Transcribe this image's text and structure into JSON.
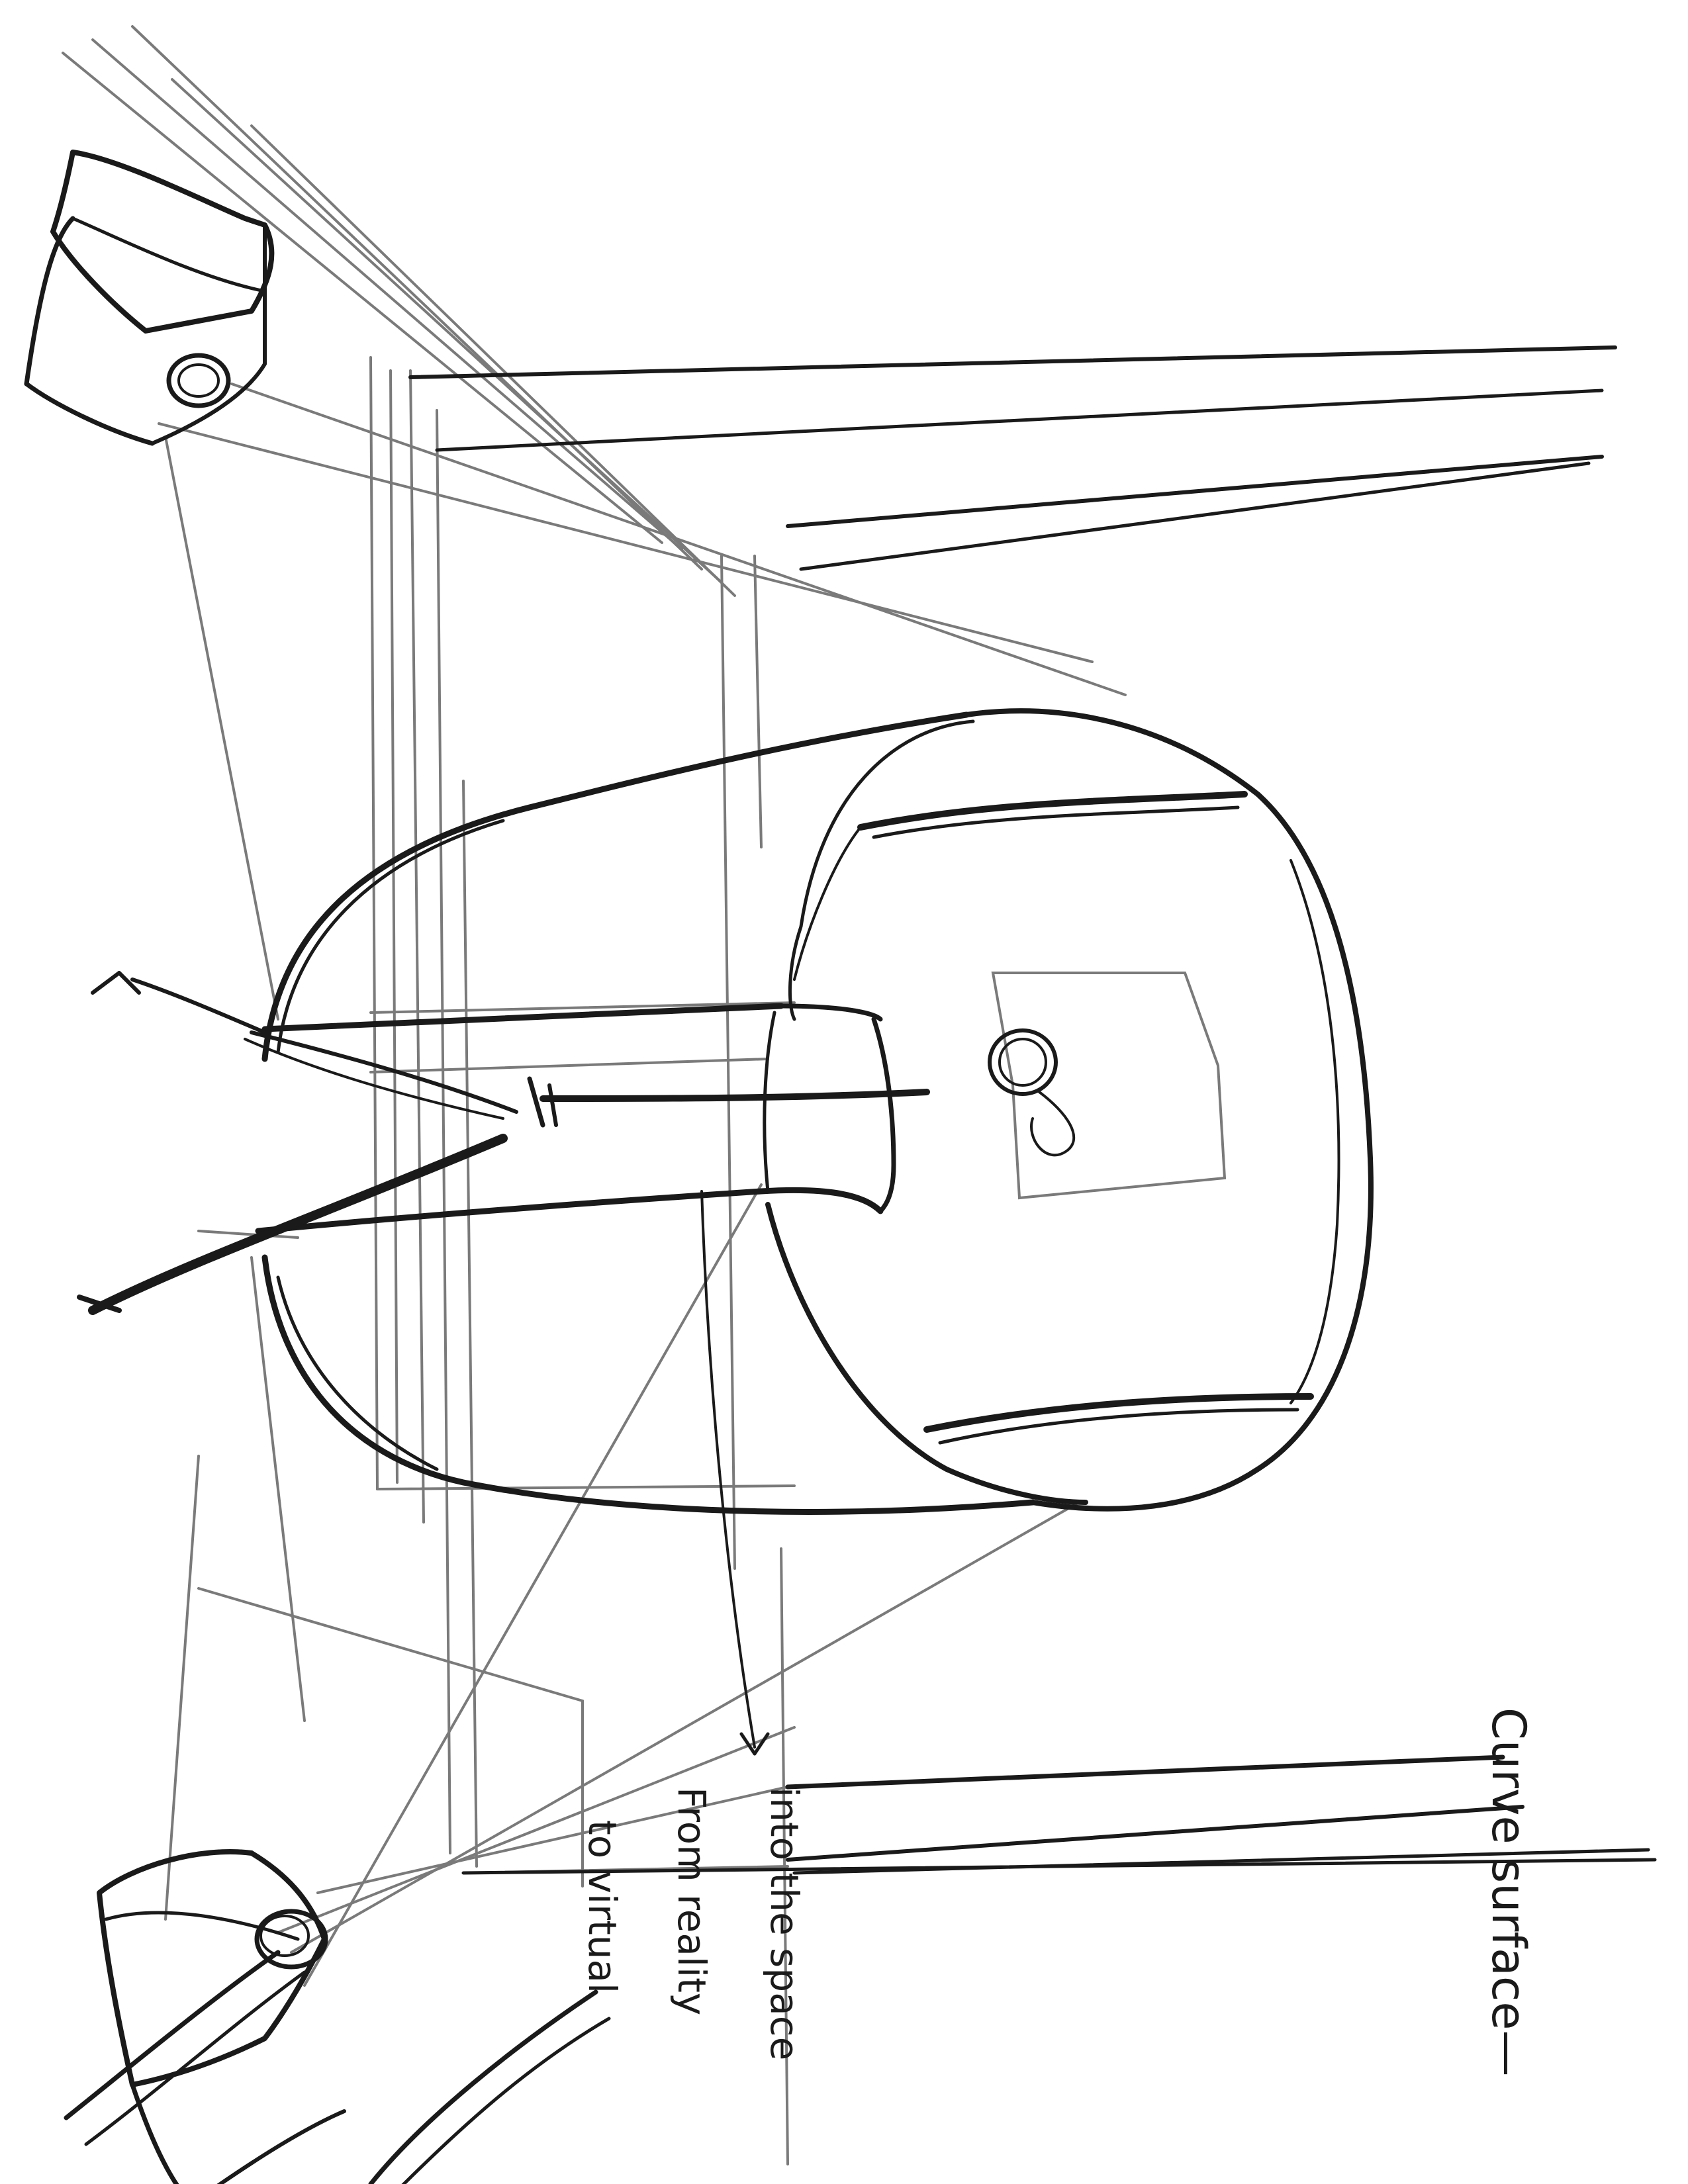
{
  "annotations": {
    "curve_surface": "Curve surface—",
    "into_the_space": "into the space",
    "from_reality": "From reality",
    "to_virtual": "to virtual"
  },
  "colors": {
    "paper": "#ffffff",
    "pencil_dark": "#1a1a1a",
    "pencil_light": "#777777"
  }
}
